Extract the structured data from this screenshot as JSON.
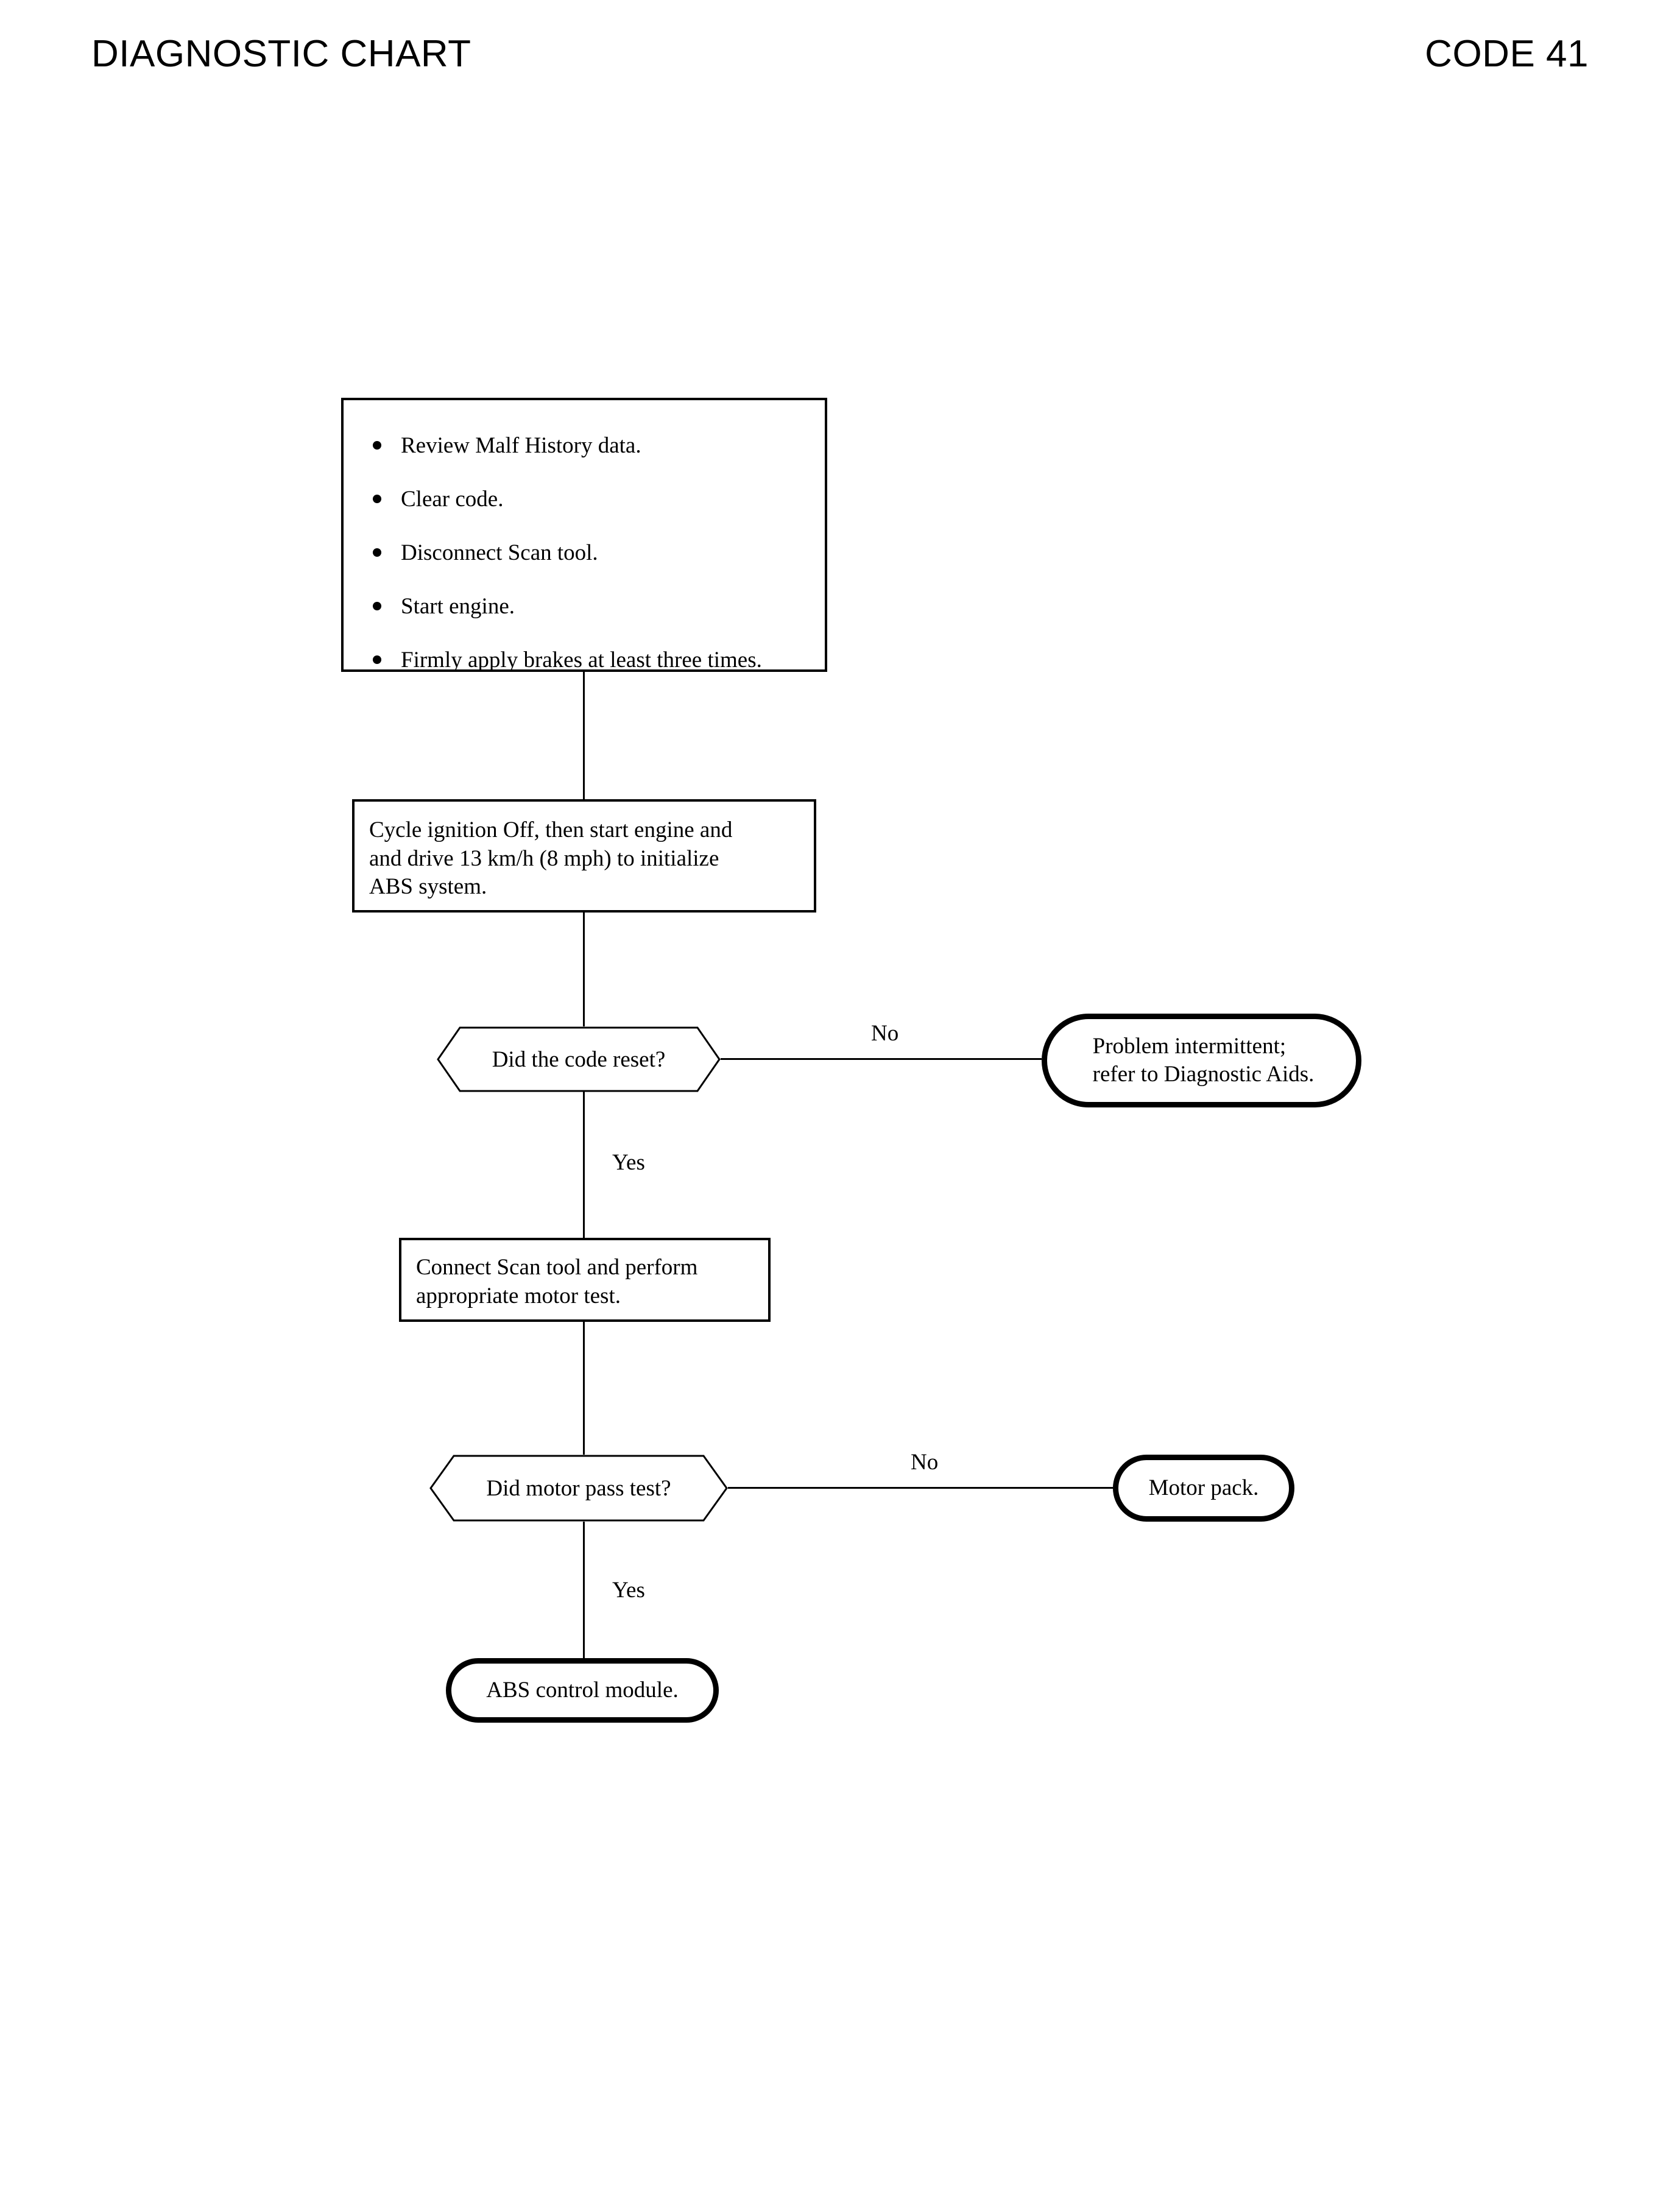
{
  "header": {
    "title": "DIAGNOSTIC CHART",
    "code": "CODE 41"
  },
  "flow": {
    "steps_box": {
      "items": [
        "Review Malf History data.",
        "Clear code.",
        "Disconnect Scan tool.",
        "Start engine.",
        "Firmly apply brakes at least three times."
      ]
    },
    "cycle_ignition_box": {
      "text": "Cycle ignition Off, then start engine and\nand drive 13 km/h (8 mph) to initialize\nABS system."
    },
    "decision_code_reset": {
      "text": "Did the code reset?",
      "no_label": "No",
      "yes_label": "Yes"
    },
    "problem_intermittent": {
      "text": "Problem intermittent;\nrefer to Diagnostic Aids."
    },
    "connect_scan_box": {
      "text": "Connect Scan tool and perform\nappropriate motor test."
    },
    "decision_motor_test": {
      "text": "Did motor pass test?",
      "no_label": "No",
      "yes_label": "Yes"
    },
    "motor_pack": {
      "text": "Motor pack."
    },
    "abs_control_module": {
      "text": "ABS control module."
    }
  },
  "style": {
    "ink": "#000000",
    "paper": "#ffffff"
  }
}
